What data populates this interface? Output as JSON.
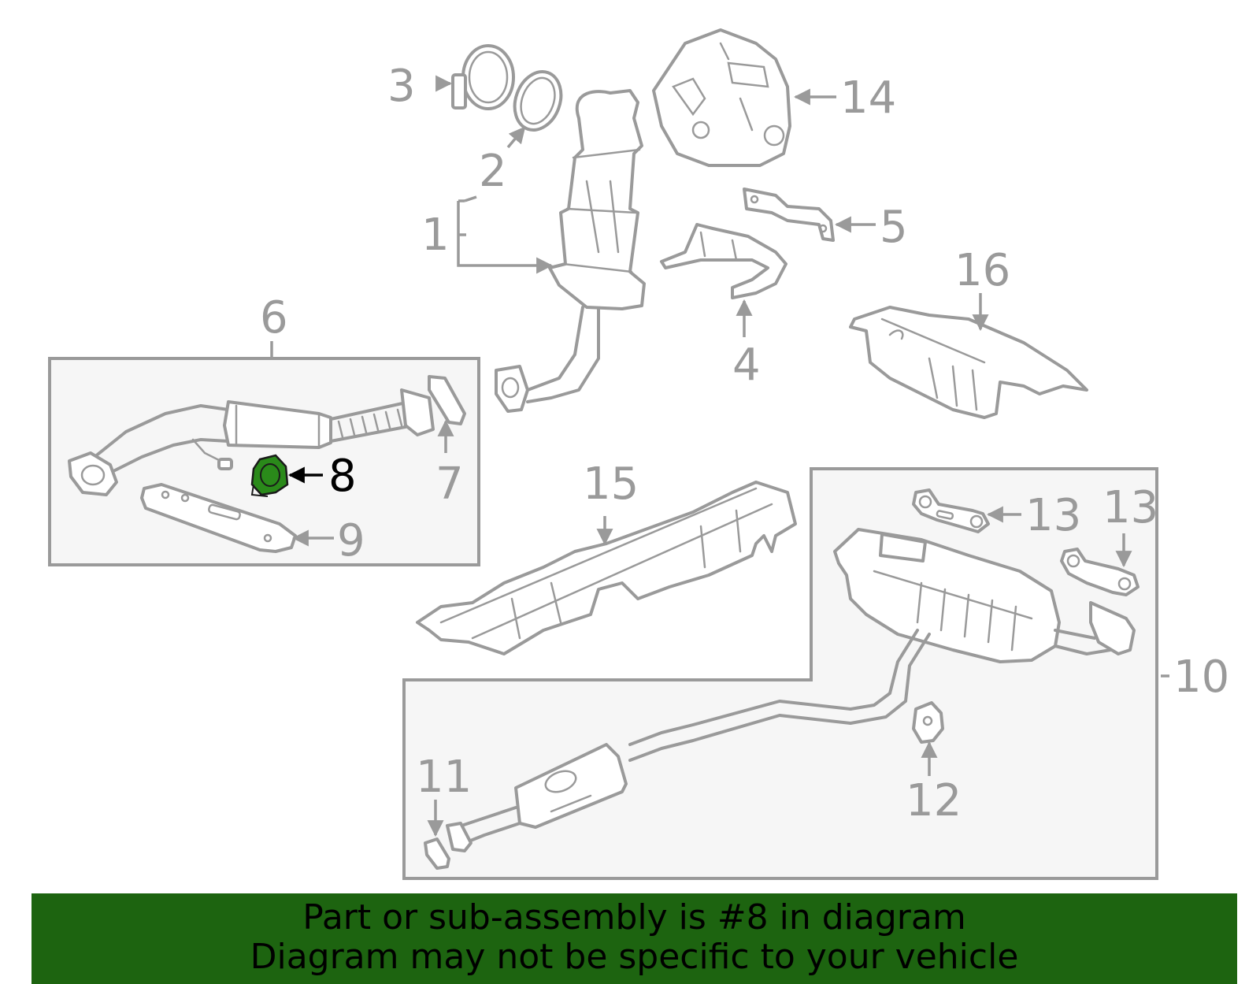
{
  "diagram": {
    "callouts": {
      "c1": "1",
      "c2": "2",
      "c3": "3",
      "c4": "4",
      "c5": "5",
      "c6": "6",
      "c7": "7",
      "c8": "8",
      "c9": "9",
      "c10": "10",
      "c11": "11",
      "c12": "12",
      "c13a": "13",
      "c13b": "13",
      "c14": "14",
      "c15": "15",
      "c16": "16"
    },
    "highlighted_part": "8",
    "colors": {
      "line": "#9a9a9a",
      "highlight_fill": "#2a8a1a",
      "banner_bg": "#1d6410"
    }
  },
  "banner": {
    "line1": "Part or sub-assembly is #8 in diagram",
    "line2": "Diagram may not be specific to your vehicle"
  }
}
